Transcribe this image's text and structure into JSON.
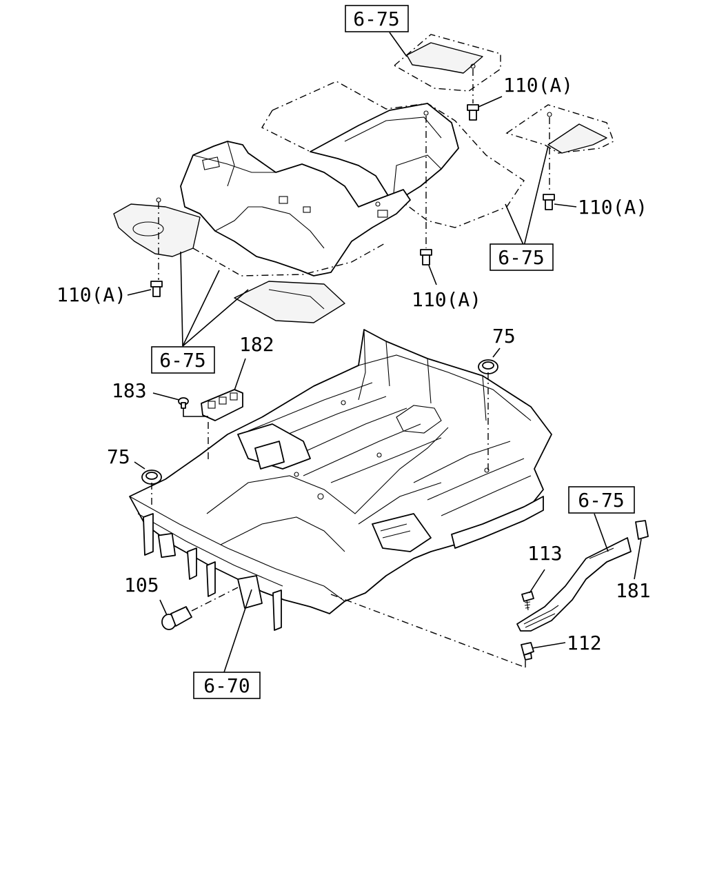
{
  "refs": {
    "r1": "6-75",
    "r2": "6-75",
    "r3": "6-75",
    "r4": "6-75",
    "r5": "6-70"
  },
  "labels": {
    "l110a_1": "110(A)",
    "l110a_2": "110(A)",
    "l110a_3": "110(A)",
    "l110a_4": "110(A)",
    "l182": "182",
    "l183": "183",
    "l75a": "75",
    "l75b": "75",
    "l113": "113",
    "l181": "181",
    "l105": "105",
    "l112": "112"
  }
}
